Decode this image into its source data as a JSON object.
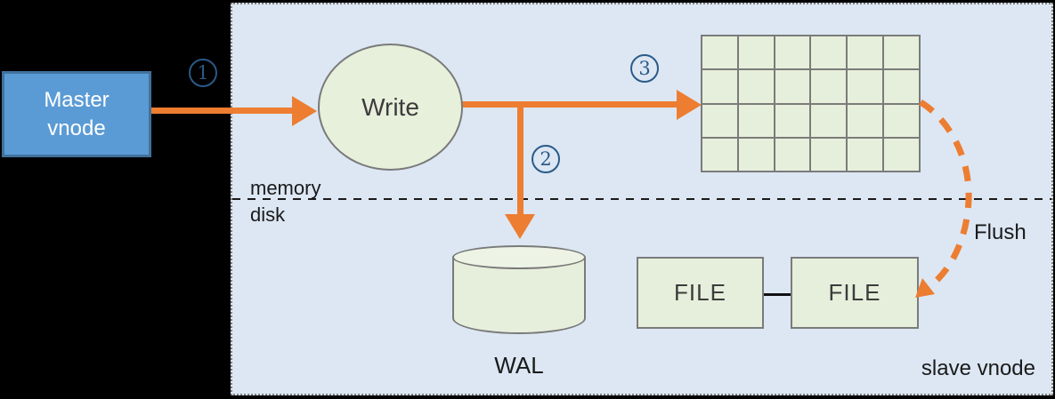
{
  "scene": {
    "master": {
      "line1": "Master",
      "line2": "vnode"
    },
    "write_label": "Write",
    "wal_label": "WAL",
    "memory_label": "memory",
    "disk_label": "disk",
    "flush_label": "Flush",
    "slave_label": "slave vnode",
    "files": [
      {
        "label": "FILE"
      },
      {
        "label": "FILE"
      }
    ],
    "steps": [
      {
        "n": "1"
      },
      {
        "n": "2"
      },
      {
        "n": "3"
      }
    ],
    "mem_table": {
      "rows": 4,
      "cols": 6
    },
    "colors": {
      "background": "#000000",
      "panel_bg": "#DCE7F3",
      "panel_border": "#7F7F7F",
      "master_fill": "#5B9BD5",
      "master_border": "#41719C",
      "node_fill": "#E6EFDB",
      "node_border": "#7A7A7A",
      "arrow_orange": "#ED7D31",
      "step_badge_navy": "#2A5A88",
      "text_dark": "#1A1A1A"
    }
  }
}
